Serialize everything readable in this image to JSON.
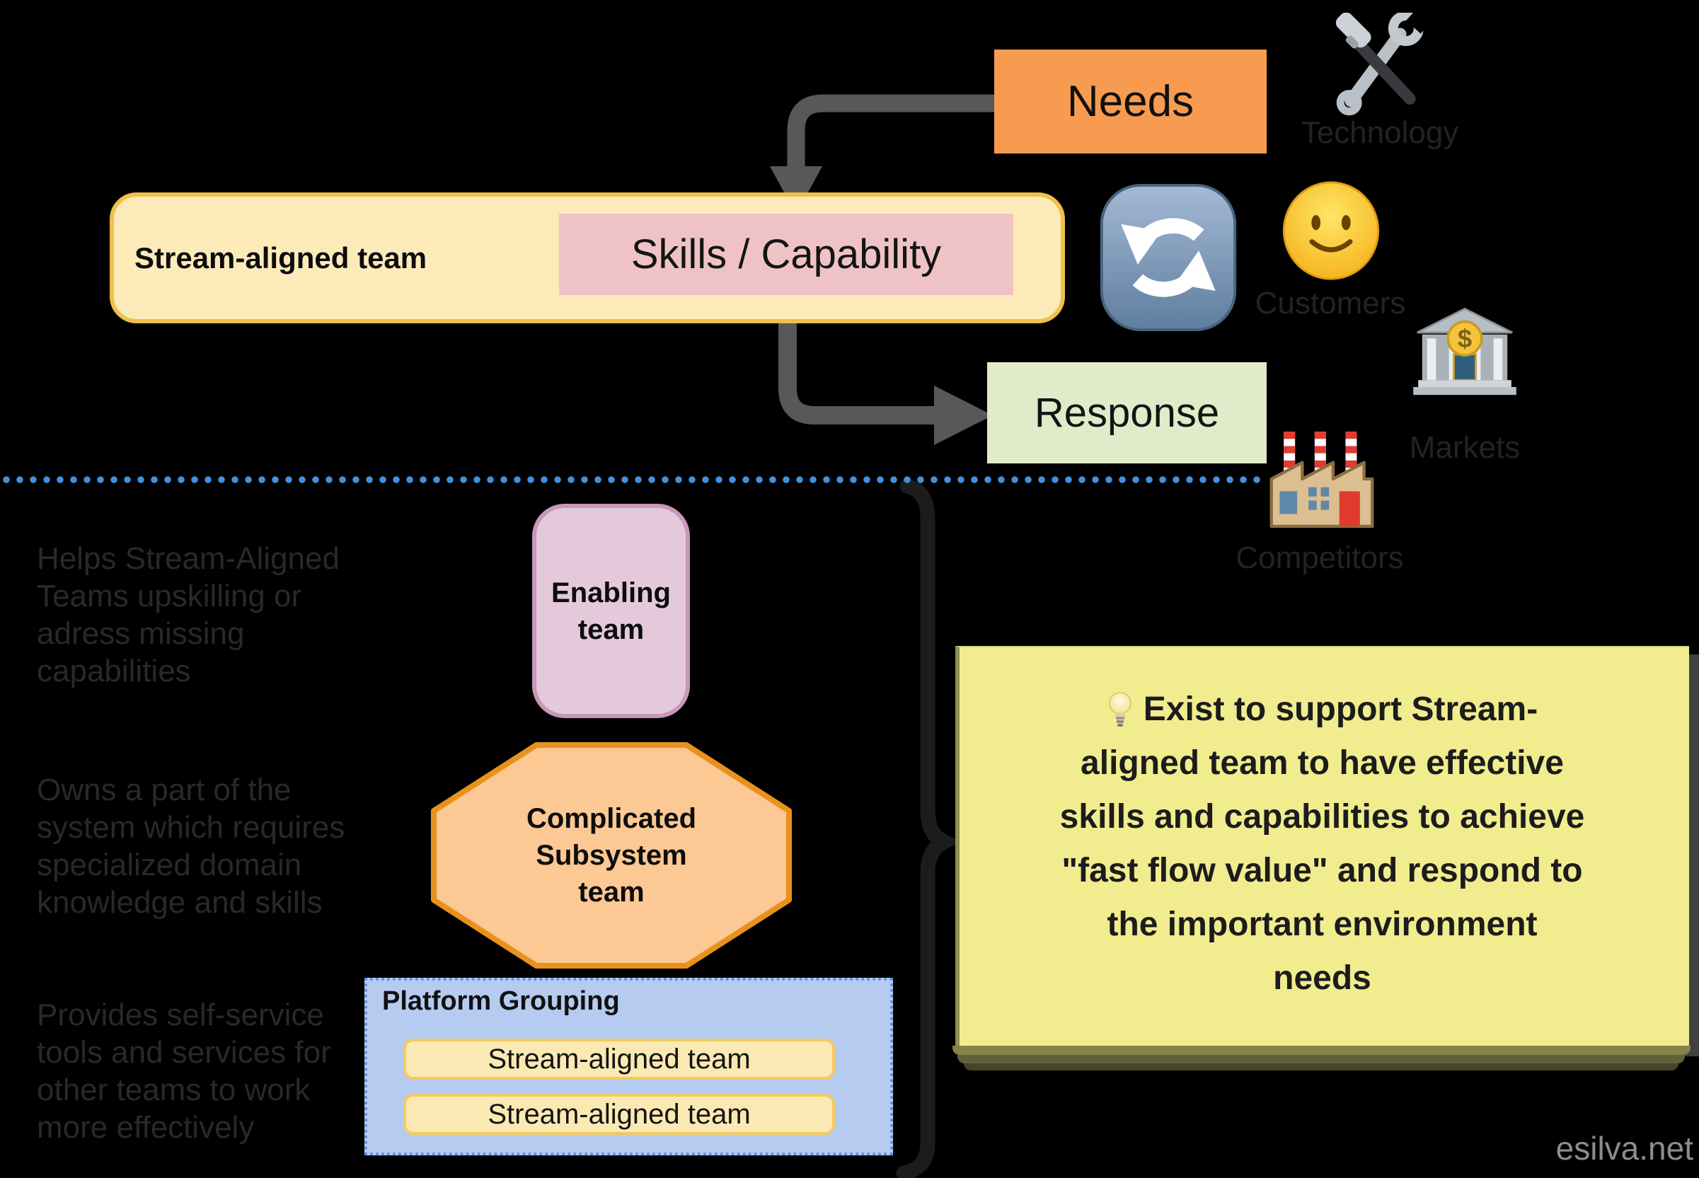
{
  "flow": {
    "needs": "Needs",
    "stream_team": "Stream-aligned team",
    "skills": "Skills / Capability",
    "response": "Response"
  },
  "environment": {
    "technology": "Technology",
    "customers": "Customers",
    "markets": "Markets",
    "competitors": "Competitors"
  },
  "enabling": {
    "label_lines": [
      "Enabling",
      "team"
    ],
    "description_lines": [
      "Helps Stream-Aligned",
      "Teams upskilling or",
      "adress missing",
      "capabilities"
    ]
  },
  "complicated": {
    "label_lines": [
      "Complicated",
      "Subsystem",
      "team"
    ],
    "description_lines": [
      "Owns a part of the",
      "system which requires",
      "specialized domain",
      "knowledge and skills"
    ]
  },
  "platform": {
    "title": "Platform Grouping",
    "teams": [
      "Stream-aligned team",
      "Stream-aligned team"
    ],
    "description_lines": [
      "Provides self-service",
      "tools and services for",
      "other teams to work",
      "more effectively"
    ]
  },
  "note": {
    "lines": [
      "Exist to support Stream-",
      "aligned team to have effective",
      "skills and capabilities to achieve",
      "\"fast flow value\" and respond to",
      "the important environment",
      "needs"
    ]
  },
  "watermark": "esilva.net",
  "icons": [
    "hammer-wrench",
    "counterclockwise-arrows",
    "smiley-face",
    "bank",
    "factory",
    "lightbulb",
    "curly-brace",
    "flow-arrows"
  ],
  "colors": {
    "background": "#000000",
    "needs_box": "#F79B51",
    "stream_box_fill": "#FCEBB9",
    "stream_box_border": "#EFC04B",
    "skills_box": "#EFC3C6",
    "response_box": "#E0ECC9",
    "enabling_fill": "#E4C9DB",
    "enabling_border": "#C897BA",
    "octagon_fill": "#FCC893",
    "octagon_border": "#E8921C",
    "platform_fill": "#B5CBF0",
    "platform_border": "#5E8FE0",
    "inner_team_fill": "#FBE9B3",
    "inner_team_border": "#F3CB5F",
    "note_fill": "#F1ED8F",
    "divider_dots": "#3F93DE",
    "arrow_gray": "#585858",
    "description_text": "#28282d",
    "env_label_text": "#222228",
    "watermark_text": "#8d8d8d"
  }
}
